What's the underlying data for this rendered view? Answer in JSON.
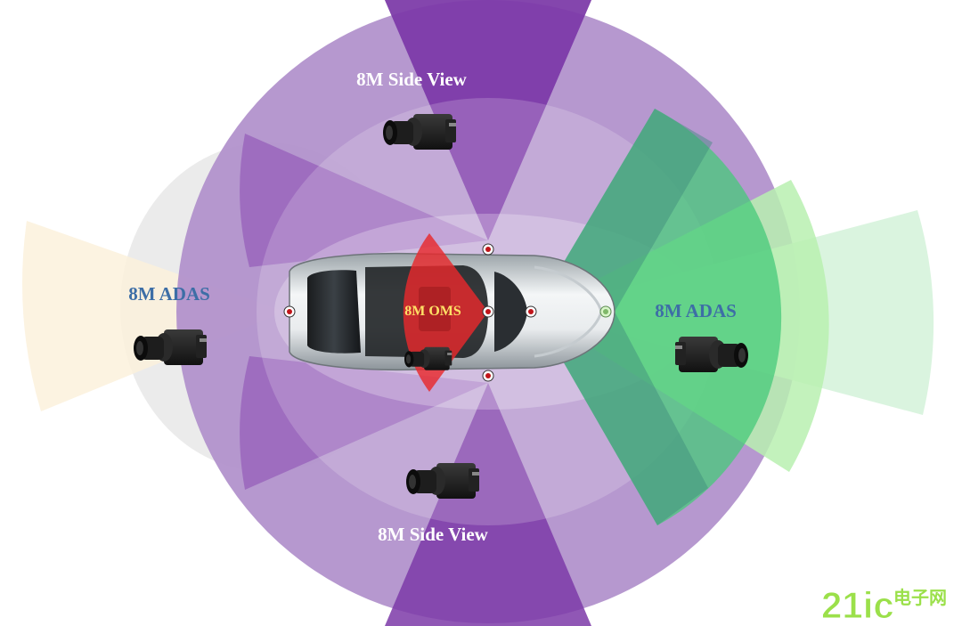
{
  "labels": {
    "side_view_top": "8M Side View",
    "side_view_bottom": "8M Side View",
    "adas_rear": "8M ADAS",
    "adas_front": "8M ADAS",
    "oms": "8M OMS"
  },
  "watermark": {
    "brand": "21ic",
    "site_cn": "电子网"
  },
  "colors": {
    "side_view_purple": "#7d3aa8",
    "side_view_light": "#b08fcb",
    "rear_gray": "#e6e6e6",
    "rear_cream": "#fbf1dc",
    "front_green": "#46c97a",
    "front_light_green": "#b8f0b0",
    "front_teal": "#3f8a7c",
    "oms_red": "#e8282c",
    "adas_label": "#3d6ea6",
    "oms_label": "#ffe066",
    "side_label": "#ffffff",
    "watermark": "#9be04a"
  },
  "icons": {
    "camera": "camera-module-icon",
    "sensor": "sensor-dot-icon"
  }
}
